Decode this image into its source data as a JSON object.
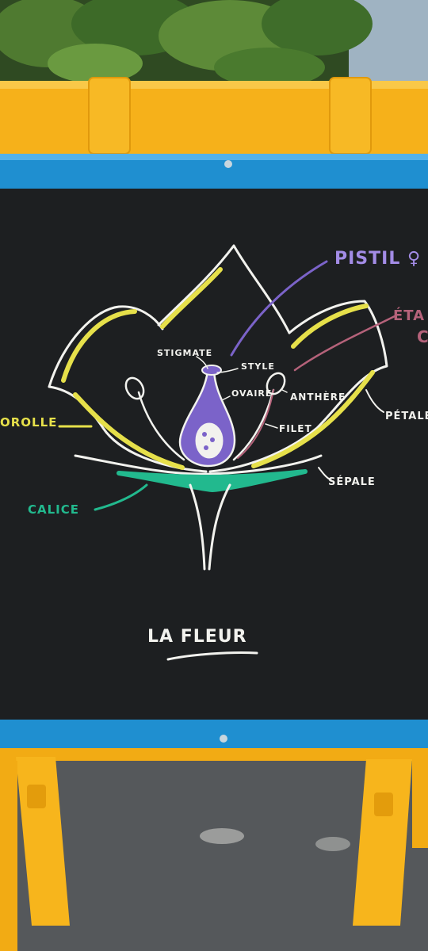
{
  "scene": {
    "title": "LA FLEUR",
    "labels": {
      "pistil": "PISTIL ♀",
      "etamine": "ÉTA",
      "etamine_2": "C",
      "stigmate": "STIGMATE",
      "style": "STYLE",
      "ovaire": "OVAIRE",
      "anthere": "ANTHÈRE",
      "filet": "FILET",
      "petale": "PÉTALE",
      "corolle": "OROLLE",
      "sepale": "SÉPALE",
      "calice": "CALICE"
    }
  },
  "colors": {
    "chalkboard": "#1d1f21",
    "frame_blue": "#1f8fd0",
    "easel_yellow": "#f6b11a",
    "chalk_white": "#f2f2ee",
    "chalk_yellow": "#e6e04a",
    "chalk_purple": "#7b63c9",
    "chalk_pink": "#b5627a",
    "chalk_green": "#22b98e"
  }
}
